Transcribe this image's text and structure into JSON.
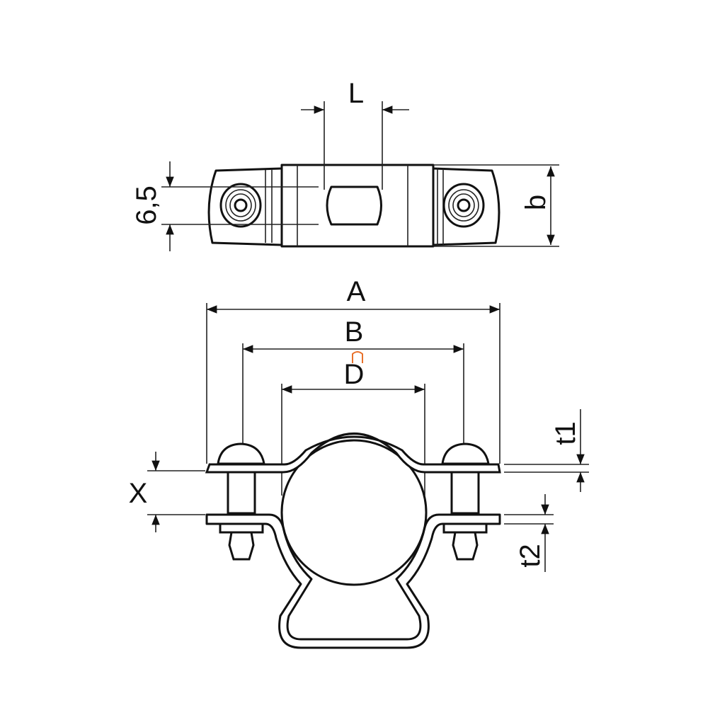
{
  "title": "Pipe clamp dimension drawing",
  "top_view": {
    "dim_L": "L",
    "dim_hole": "6,5",
    "dim_b": "b"
  },
  "front_view": {
    "dim_A": "A",
    "dim_B": "B",
    "dim_D": "D",
    "dim_X": "X",
    "dim_t1": "t1",
    "dim_t2": "t2"
  },
  "colors": {
    "line": "#111111",
    "marker": "#e8702a"
  }
}
